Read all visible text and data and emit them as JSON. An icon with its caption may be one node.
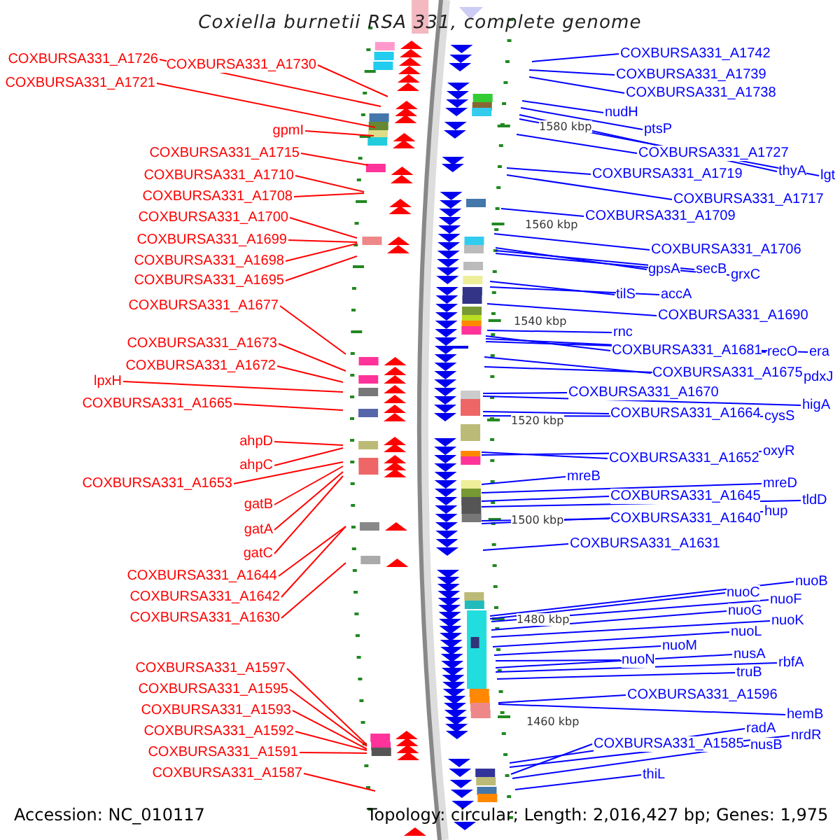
{
  "diagram": {
    "title": "Coxiella burnetii RSA 331, complete genome",
    "nodes": [
      {
        "text": [
          "COXBURSA331_A1726"
        ]
      },
      {
        "text": [
          "COXBURSA331_A1730"
        ]
      },
      {
        "text": [
          "COXBURSA331_A1721"
        ]
      },
      {
        "text": [
          "gpmI"
        ]
      },
      {
        "text": [
          "COXBURSA331_A1715"
        ]
      },
      {
        "text": [
          "COXBURSA331_A1710"
        ]
      },
      {
        "text": [
          "COXBURSA331_A1708"
        ]
      },
      {
        "text": [
          "COXBURSA331_A1700"
        ]
      },
      {
        "text": [
          "COXBURSA331_A1699"
        ]
      },
      {
        "text": [
          "COXBURSA331_A1698"
        ]
      },
      {
        "text": [
          "COXBURSA331_A1695"
        ]
      },
      {
        "text": [
          "COXBURSA331_A1677"
        ]
      },
      {
        "text": [
          "COXBURSA331_A1673"
        ]
      },
      {
        "text": [
          "COXBURSA331_A1672"
        ]
      },
      {
        "text": [
          "lpxH"
        ]
      },
      {
        "text": [
          "COXBURSA331_A1665"
        ]
      },
      {
        "text": [
          "ahpD"
        ]
      },
      {
        "text": [
          "ahpC"
        ]
      },
      {
        "text": [
          "COXBURSA331_A1653"
        ]
      },
      {
        "text": [
          "gatB"
        ]
      },
      {
        "text": [
          "gatA"
        ]
      },
      {
        "text": [
          "gatC"
        ]
      },
      {
        "text": [
          "COXBURSA331_A1644"
        ]
      },
      {
        "text": [
          "COXBURSA331_A1642"
        ]
      },
      {
        "text": [
          "COXBURSA331_A1630"
        ]
      },
      {
        "text": [
          "COXBURSA331_A1597"
        ]
      },
      {
        "text": [
          "COXBURSA331_A1595"
        ]
      },
      {
        "text": [
          "COXBURSA331_A1593"
        ]
      },
      {
        "text": [
          "COXBURSA331_A1592"
        ]
      },
      {
        "text": [
          "COXBURSA331_A1591"
        ]
      },
      {
        "text": [
          "COXBURSA331_A1587"
        ]
      },
      {
        "text": [
          "COXBURSA331_A1742"
        ]
      },
      {
        "text": [
          "COXBURSA331_A1739"
        ]
      },
      {
        "text": [
          "COXBURSA331_A1738"
        ]
      },
      {
        "text": [
          "nudH"
        ]
      },
      {
        "text": [
          "ptsP"
        ]
      },
      {
        "text": [
          "COXBURSA331_A1727"
        ]
      },
      {
        "text": [
          "thyA"
        ]
      },
      {
        "text": [
          "lgt"
        ]
      },
      {
        "text": [
          "COXBURSA331_A1719"
        ]
      },
      {
        "text": [
          "COXBURSA331_A1717"
        ]
      },
      {
        "text": [
          "COXBURSA331_A1709"
        ]
      },
      {
        "text": [
          "COXBURSA331_A1706"
        ]
      },
      {
        "text": [
          "gpsA"
        ]
      },
      {
        "text": [
          "secB"
        ]
      },
      {
        "text": [
          "grxC"
        ]
      },
      {
        "text": [
          "tilS"
        ]
      },
      {
        "text": [
          "accA"
        ]
      },
      {
        "text": [
          "COXBURSA331_A1690"
        ]
      },
      {
        "text": [
          "rnc"
        ]
      },
      {
        "text": [
          "COXBURSA331_A1681"
        ]
      },
      {
        "text": [
          "recO"
        ]
      },
      {
        "text": [
          "era"
        ]
      },
      {
        "text": [
          "COXBURSA331_A1675"
        ]
      },
      {
        "text": [
          "pdxJ"
        ]
      },
      {
        "text": [
          "COXBURSA331_A1670"
        ]
      },
      {
        "text": [
          "higA"
        ]
      },
      {
        "text": [
          "COXBURSA331_A1664"
        ]
      },
      {
        "text": [
          "cysS"
        ]
      },
      {
        "text": [
          "COXBURSA331_A1652"
        ]
      },
      {
        "text": [
          "oxyR"
        ]
      },
      {
        "text": [
          "mreB"
        ]
      },
      {
        "text": [
          "mreD"
        ]
      },
      {
        "text": [
          "COXBURSA331_A1645"
        ]
      },
      {
        "text": [
          "tldD"
        ]
      },
      {
        "text": [
          "COXBURSA331_A1640"
        ]
      },
      {
        "text": [
          "hup"
        ]
      },
      {
        "text": [
          "COXBURSA331_A1631"
        ]
      },
      {
        "text": [
          "nuoB"
        ]
      },
      {
        "text": [
          "nuoC"
        ]
      },
      {
        "text": [
          "nuoF"
        ]
      },
      {
        "text": [
          "nuoG"
        ]
      },
      {
        "text": [
          "nuoK"
        ]
      },
      {
        "text": [
          "nuoL"
        ]
      },
      {
        "text": [
          "nuoM"
        ]
      },
      {
        "text": [
          "nuoN"
        ]
      },
      {
        "text": [
          "nusA"
        ]
      },
      {
        "text": [
          "rbfA"
        ]
      },
      {
        "text": [
          "truB"
        ]
      },
      {
        "text": [
          "COXBURSA331_A1596"
        ]
      },
      {
        "text": [
          "hemB"
        ]
      },
      {
        "text": [
          "radA"
        ]
      },
      {
        "text": [
          "nrdR"
        ]
      },
      {
        "text": [
          "COXBURSA331_A1585"
        ]
      },
      {
        "text": [
          "nusB"
        ]
      },
      {
        "text": [
          "thiL"
        ]
      }
    ],
    "edges": [
      {
        "from": 0,
        "to": null,
        "arrow": "none",
        "color": "#ff0000"
      },
      {
        "from": 1,
        "to": null,
        "arrow": "none",
        "color": "#ff0000"
      },
      {
        "from": 2,
        "to": null,
        "arrow": "none",
        "color": "#ff0000"
      },
      {
        "from": 3,
        "to": null,
        "arrow": "none",
        "color": "#ff0000"
      },
      {
        "from": 4,
        "to": null,
        "arrow": "none",
        "color": "#ff0000"
      },
      {
        "from": 5,
        "to": null,
        "arrow": "none",
        "color": "#ff0000"
      },
      {
        "from": 6,
        "to": null,
        "arrow": "none",
        "color": "#ff0000"
      },
      {
        "from": 7,
        "to": null,
        "arrow": "none",
        "color": "#ff0000"
      },
      {
        "from": 8,
        "to": null,
        "arrow": "none",
        "color": "#ff0000"
      },
      {
        "from": 9,
        "to": null,
        "arrow": "none",
        "color": "#ff0000"
      },
      {
        "from": 10,
        "to": null,
        "arrow": "none",
        "color": "#ff0000"
      },
      {
        "from": 11,
        "to": null,
        "arrow": "none",
        "color": "#ff0000"
      },
      {
        "from": 12,
        "to": null,
        "arrow": "none",
        "color": "#ff0000"
      },
      {
        "from": 13,
        "to": null,
        "arrow": "none",
        "color": "#ff0000"
      },
      {
        "from": 14,
        "to": null,
        "arrow": "none",
        "color": "#ff0000"
      },
      {
        "from": 15,
        "to": null,
        "arrow": "none",
        "color": "#ff0000"
      },
      {
        "from": 16,
        "to": null,
        "arrow": "none",
        "color": "#ff0000"
      },
      {
        "from": 17,
        "to": null,
        "arrow": "none",
        "color": "#ff0000"
      },
      {
        "from": 18,
        "to": null,
        "arrow": "none",
        "color": "#ff0000"
      },
      {
        "from": 19,
        "to": null,
        "arrow": "none",
        "color": "#ff0000"
      },
      {
        "from": 20,
        "to": null,
        "arrow": "none",
        "color": "#ff0000"
      },
      {
        "from": 21,
        "to": null,
        "arrow": "none",
        "color": "#ff0000"
      },
      {
        "from": 22,
        "to": null,
        "arrow": "none",
        "color": "#ff0000"
      },
      {
        "from": 23,
        "to": null,
        "arrow": "none",
        "color": "#ff0000"
      },
      {
        "from": 24,
        "to": null,
        "arrow": "none",
        "color": "#ff0000"
      },
      {
        "from": 25,
        "to": null,
        "arrow": "none",
        "color": "#ff0000"
      },
      {
        "from": 26,
        "to": null,
        "arrow": "none",
        "color": "#ff0000"
      },
      {
        "from": 27,
        "to": null,
        "arrow": "none",
        "color": "#ff0000"
      },
      {
        "from": 28,
        "to": null,
        "arrow": "none",
        "color": "#ff0000"
      },
      {
        "from": 29,
        "to": null,
        "arrow": "none",
        "color": "#ff0000"
      },
      {
        "from": 30,
        "to": null,
        "arrow": "none",
        "color": "#ff0000"
      },
      {
        "from": null,
        "to": 31,
        "arrow": "none"
      },
      {
        "from": null,
        "to": 32,
        "arrow": "none"
      },
      {
        "from": null,
        "to": 33,
        "arrow": "none"
      },
      {
        "from": null,
        "to": 34,
        "arrow": "none"
      },
      {
        "from": null,
        "to": 35,
        "arrow": "none"
      },
      {
        "from": null,
        "to": 36,
        "arrow": "none"
      },
      {
        "from": null,
        "to": 37,
        "arrow": "none"
      },
      {
        "from": null,
        "to": 38,
        "arrow": "none"
      },
      {
        "from": null,
        "to": 39,
        "arrow": "none"
      },
      {
        "from": null,
        "to": 40,
        "arrow": "none"
      },
      {
        "from": null,
        "to": 41,
        "arrow": "none"
      },
      {
        "from": null,
        "to": 42,
        "arrow": "none"
      },
      {
        "from": null,
        "to": 43,
        "arrow": "none"
      },
      {
        "from": null,
        "to": 44,
        "arrow": "none"
      },
      {
        "from": null,
        "to": 45,
        "arrow": "none"
      },
      {
        "from": null,
        "to": 46,
        "arrow": "none"
      },
      {
        "from": null,
        "to": 47,
        "arrow": "none"
      },
      {
        "from": null,
        "to": 48,
        "arrow": "none"
      },
      {
        "from": null,
        "to": 49,
        "arrow": "none"
      },
      {
        "from": null,
        "to": 50,
        "arrow": "none"
      },
      {
        "from": null,
        "to": 51,
        "arrow": "none"
      },
      {
        "from": null,
        "to": 52,
        "arrow": "none"
      },
      {
        "from": null,
        "to": 53,
        "arrow": "none"
      },
      {
        "from": null,
        "to": 54,
        "arrow": "none"
      },
      {
        "from": null,
        "to": 55,
        "arrow": "none"
      },
      {
        "from": null,
        "to": 56,
        "arrow": "none"
      },
      {
        "from": null,
        "to": 57,
        "arrow": "none"
      },
      {
        "from": null,
        "to": 58,
        "arrow": "none"
      },
      {
        "from": null,
        "to": 59,
        "arrow": "none"
      },
      {
        "from": null,
        "to": 60,
        "arrow": "none"
      },
      {
        "from": null,
        "to": 61,
        "arrow": "none"
      },
      {
        "from": null,
        "to": 62,
        "arrow": "none"
      },
      {
        "from": null,
        "to": 63,
        "arrow": "none"
      },
      {
        "from": null,
        "to": 64,
        "arrow": "none"
      },
      {
        "from": null,
        "to": 65,
        "arrow": "none"
      },
      {
        "from": null,
        "to": 66,
        "arrow": "none"
      },
      {
        "from": null,
        "to": 67,
        "arrow": "none"
      },
      {
        "from": null,
        "to": 68,
        "arrow": "none"
      },
      {
        "from": null,
        "to": 69,
        "arrow": "none"
      },
      {
        "from": null,
        "to": 70,
        "arrow": "none"
      },
      {
        "from": null,
        "to": 71,
        "arrow": "none"
      },
      {
        "from": null,
        "to": 72,
        "arrow": "none"
      },
      {
        "from": null,
        "to": 73,
        "arrow": "none"
      },
      {
        "from": null,
        "to": 74,
        "arrow": "none"
      },
      {
        "from": null,
        "to": 75,
        "arrow": "none"
      },
      {
        "from": null,
        "to": 76,
        "arrow": "none"
      },
      {
        "from": null,
        "to": 77,
        "arrow": "none"
      },
      {
        "from": null,
        "to": 78,
        "arrow": "none"
      },
      {
        "from": null,
        "to": 79,
        "arrow": "none"
      },
      {
        "from": null,
        "to": 80,
        "arrow": "none"
      },
      {
        "from": null,
        "to": 81,
        "arrow": "none"
      },
      {
        "from": null,
        "to": 82,
        "arrow": "none"
      },
      {
        "from": null,
        "to": 83,
        "arrow": "none"
      },
      {
        "from": null,
        "to": 84,
        "arrow": "none"
      },
      {
        "from": null,
        "to": 85,
        "arrow": "none"
      }
    ],
    "labels": [
      "1580 kbp",
      "1560 kbp",
      "1540 kbp",
      "1520 kbp",
      "1500 kbp",
      "1480 kbp",
      "1460 kbp",
      "Accession: NC_010117",
      "Topology: circular; Length: 2,016,427 bp; Genes: 1,975"
    ]
  }
}
